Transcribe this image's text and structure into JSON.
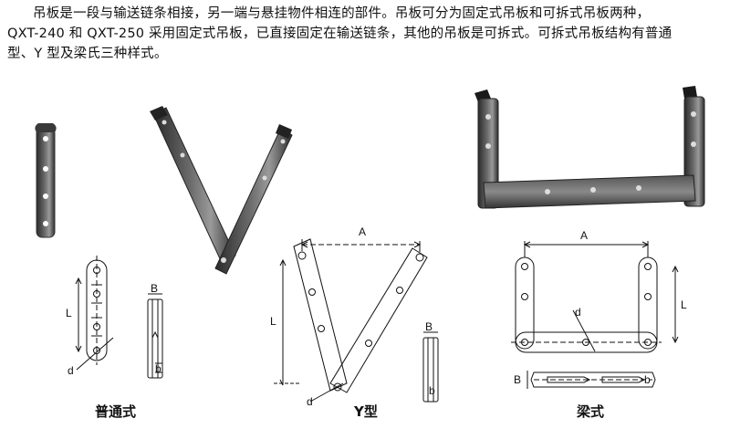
{
  "paragraph": {
    "line1": "吊板是一段与输送链条相接，另一端与悬挂物件相连的部件。吊板可分为固定式吊板和可拆式吊板两种，",
    "line2": "QXT-240 和 QXT-250 采用固定式吊板，已直接固定在输送链条，其他的吊板是可拆式。可拆式吊板结构有普通",
    "line3": "型、Y 型及梁氏三种样式。"
  },
  "captions": {
    "common": "普通式",
    "y_type": "Y型",
    "beam": "梁式"
  },
  "dimension_labels": {
    "A": "A",
    "B": "B",
    "L": "L",
    "b": "b",
    "d": "d"
  }
}
